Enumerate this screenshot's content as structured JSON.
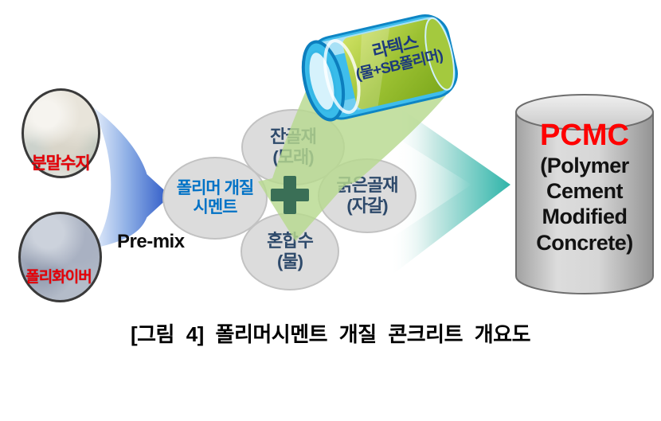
{
  "figure_caption": "[그림 4] 폴리머시멘트 개질 콘크리트 개요도",
  "inputs": {
    "powder_resin": "분말수지",
    "poly_fiber": "폴리화이버"
  },
  "premix_label": "Pre-mix",
  "latex_bottle": {
    "line1": "라텍스",
    "line2": "(물+SB폴리머)"
  },
  "mix_nodes": {
    "polymer_cement": {
      "line1": "폴리머 개질",
      "line2": "시멘트"
    },
    "fine_aggregate": {
      "line1": "잔골재",
      "line2": "(모래)"
    },
    "coarse_aggregate": {
      "line1": "굵은골재",
      "line2": "(자갈)"
    },
    "mixing_water": {
      "line1": "혼합수",
      "line2": "(물)"
    }
  },
  "output": {
    "acronym": "PCMC",
    "name_lines": [
      "(Polymer",
      "Cement",
      "Modified",
      "Concrete)"
    ]
  },
  "icons": {
    "merge_arrow": "blue-merge-arrow",
    "pour_arrow": "green-pour-arrow",
    "plus": "plus-icon",
    "output_arrow": "teal-output-arrow"
  },
  "colors": {
    "pcmc_acronym": "#FF0000",
    "node_text": "#2E4A6B",
    "polymer_cement_text": "#0072C6",
    "input_label": "#E60008",
    "merge_arrow_blue": "#2B57C6",
    "pour_arrow_green": "#B7D98F",
    "plus_green": "#3A6F56",
    "output_arrow_teal": "#2EB4A9",
    "bottle_body_green": "#9CC132",
    "bottle_shell_blue": "#3FBDEC",
    "cylinder_gray": "#C9C9C9",
    "node_fill": "#DCDCDC"
  }
}
